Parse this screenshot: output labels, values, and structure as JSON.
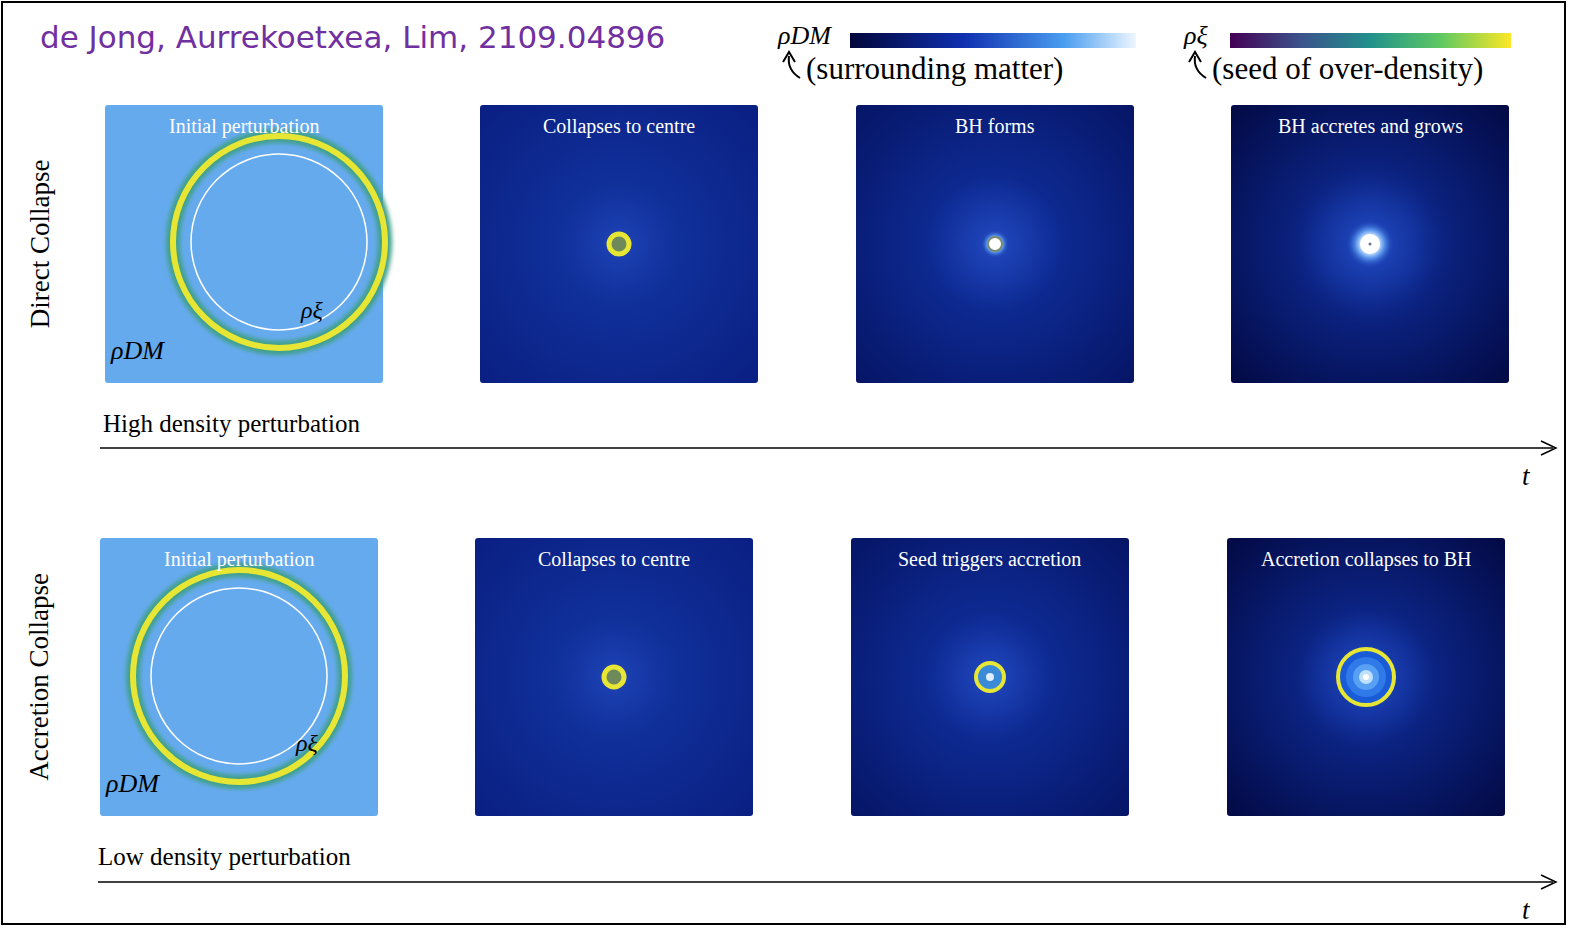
{
  "diagram": {
    "title": "de Jong, Aurrekoetxea, Lim, 2109.04896",
    "nodes": [
      {
        "text": [
          "Initial perturbation",
          "ρξ",
          "ρDM"
        ]
      },
      {
        "text": [
          "Collapses to centre"
        ]
      },
      {
        "text": [
          "BH forms"
        ]
      },
      {
        "text": [
          "BH accretes and grows"
        ]
      },
      {
        "text": [
          "Initial perturbation",
          "ρξ",
          "ρDM"
        ]
      },
      {
        "text": [
          "Collapses to centre"
        ]
      },
      {
        "text": [
          "Seed triggers accretion"
        ]
      },
      {
        "text": [
          "Accretion collapses to BH"
        ]
      }
    ],
    "labels": [
      "ρDM",
      "(surrounding matter)",
      "ρξ",
      "(seed of over-density)",
      "Direct Collapse",
      "High density perturbation",
      "t",
      "Accretion Collapse",
      "Low density perturbation",
      "t"
    ]
  }
}
